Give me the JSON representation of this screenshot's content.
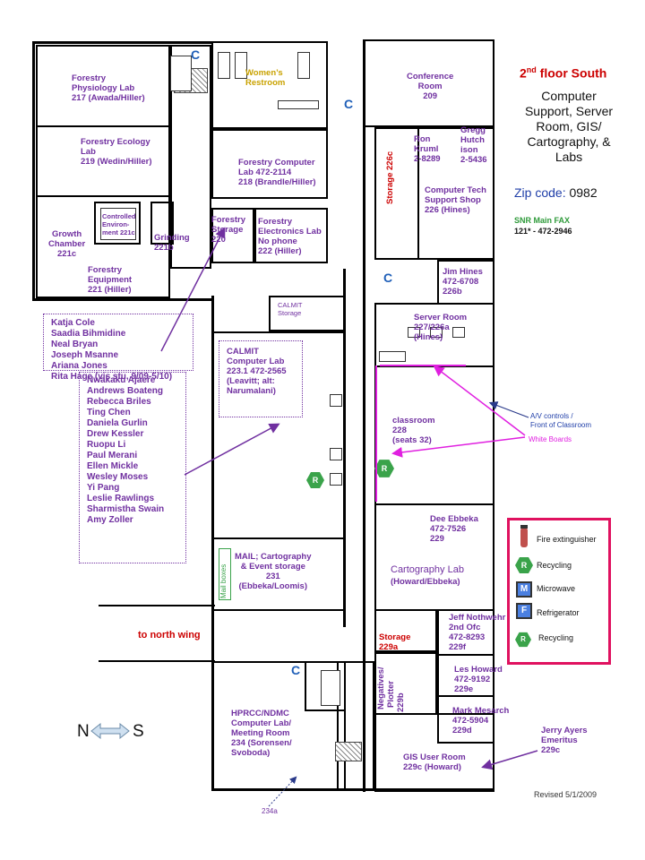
{
  "header": {
    "title": "2nd floor South",
    "title_sup": "nd",
    "subtitle_lines": [
      "Computer",
      "Support, Server",
      "Room, GIS/",
      "Cartography, &",
      "Labs"
    ],
    "zip_label": "Zip code:",
    "zip_value": "0982",
    "fax_label": "SNR  Main FAX",
    "fax_value": "121*   -    472-2946"
  },
  "rooms": {
    "forestry_phys": [
      "Forestry",
      "Physiology Lab",
      "217 (Awada/Hiller)"
    ],
    "womens": [
      "Women’s",
      "Restroom"
    ],
    "conference": [
      "Conference",
      "Room",
      "209"
    ],
    "forestry_ecology": [
      "Forestry Ecology",
      "Lab",
      "219 (Wedin/Hiller)"
    ],
    "forestry_computer": [
      "Forestry Computer",
      "Lab 472-2114",
      "218 (Brandle/Hiller)"
    ],
    "ron": [
      "Ron",
      "Kruml",
      "2-8289"
    ],
    "gregg": [
      "Gregg",
      "Hutch",
      "ison",
      "2-5436"
    ],
    "storage_226c": "Storage 226c",
    "comp_tech": [
      "Computer Tech",
      "Support Shop",
      "226 (Hines)"
    ],
    "controlled_env": [
      "Controlled",
      "Environ-",
      "ment 221c"
    ],
    "growth": [
      "Growth",
      "Chamber",
      "221c"
    ],
    "grinding": [
      "Grinding",
      "221b"
    ],
    "forestry_storage": [
      "Forestry",
      "Storage",
      "220"
    ],
    "forestry_electronics": [
      "Forestry",
      "Electronics Lab",
      "No phone",
      "222 (Hiller)"
    ],
    "forestry_equipment": [
      "Forestry",
      "Equipment",
      "221 (Hiller)"
    ],
    "jim_hines": [
      "Jim Hines",
      "472-6708",
      "226b"
    ],
    "calmit_storage": [
      "CALMIT",
      "Storage"
    ],
    "server": [
      "Server Room",
      "227/226a",
      "(Hines)"
    ],
    "calmit_lab": [
      "CALMIT",
      "Computer Lab",
      "223.1  472-2565",
      "(Leavitt; alt:",
      "Narumalani)"
    ],
    "classroom": [
      "classroom",
      "228",
      "(seats 32)"
    ],
    "av": [
      "A/V controls /",
      "Front of Classroom"
    ],
    "whiteboards": "White Boards",
    "dee": [
      "Dee Ebbeka",
      "472-7526",
      "229"
    ],
    "cartography": [
      "Cartography  Lab",
      "(Howard/Ebbeka)"
    ],
    "mail_boxes": "Mail boxes",
    "mail_room": [
      "MAIL; Cartography",
      "& Event storage",
      "231",
      "(Ebbeka/Loomis)"
    ],
    "to_north": "to north wing",
    "jeff": [
      "Jeff Nothwehr",
      "2nd Ofc",
      "472-8293",
      "229f"
    ],
    "storage_229a": [
      "Storage",
      "229a"
    ],
    "les": [
      "Les Howard",
      "472-9192",
      "229e"
    ],
    "negatives": [
      "Negatives/",
      "Plotter",
      "229b"
    ],
    "mark": [
      "Mark Mesarch",
      "472-5904",
      "229d"
    ],
    "hprcc": [
      "HPRCC/NDMC",
      "Computer Lab/",
      "Meeting Room",
      "234 (Sorensen/",
      "Svoboda)"
    ],
    "gis_user": [
      "GIS User Room",
      "229c (Howard)"
    ],
    "jerry": [
      "Jerry Ayers",
      "Emeritus",
      "229c"
    ],
    "room_234a": "234a",
    "revised": "Revised 5/1/2009"
  },
  "c_marks": [
    "C",
    "C",
    "C",
    "C"
  ],
  "people_box_1": [
    "Katja Cole",
    "Saadia Bihmidine",
    "Neal Bryan",
    "Joseph Msanne",
    "Ariana Jones",
    "Rita Hage (vis stu, 9/09-5/10)"
  ],
  "people_box_2": [
    "Nwakaku Ajaere",
    "Andrews Boateng",
    "Rebecca Briles",
    "Ting Chen",
    "Daniela Gurlin",
    "Drew Kessler",
    "Ruopu Li",
    "Paul Merani",
    "Ellen Mickle",
    "Wesley Moses",
    "Yi Pang",
    "Leslie Rawlings",
    "Sharmistha Swain",
    "Amy Zoller"
  ],
  "legend": {
    "items": [
      {
        "symbol": "extinguisher",
        "text": "Fire extinguisher",
        "letter": ""
      },
      {
        "symbol": "hex-green",
        "text": "Recycling",
        "letter": "R"
      },
      {
        "symbol": "sq-blue",
        "text": "Microwave",
        "letter": "M"
      },
      {
        "symbol": "sq-blue",
        "text": "Refrigerator",
        "letter": "F"
      },
      {
        "symbol": "hex-green",
        "text": "Recycling",
        "letter": "R"
      }
    ]
  },
  "recycle_marks": [
    "R",
    "R"
  ],
  "compass": {
    "left": "N",
    "right": "S"
  },
  "colors": {
    "label": "#7030a0",
    "accent_red": "#cc0000",
    "legend_border": "#e0115f",
    "c_blue": "#1f5fb8",
    "arrow_magenta": "#e020e0",
    "arrow_navy": "#2a3a8a",
    "recycle_green": "#3aa34a",
    "appliance_blue": "#4a7fe0"
  }
}
